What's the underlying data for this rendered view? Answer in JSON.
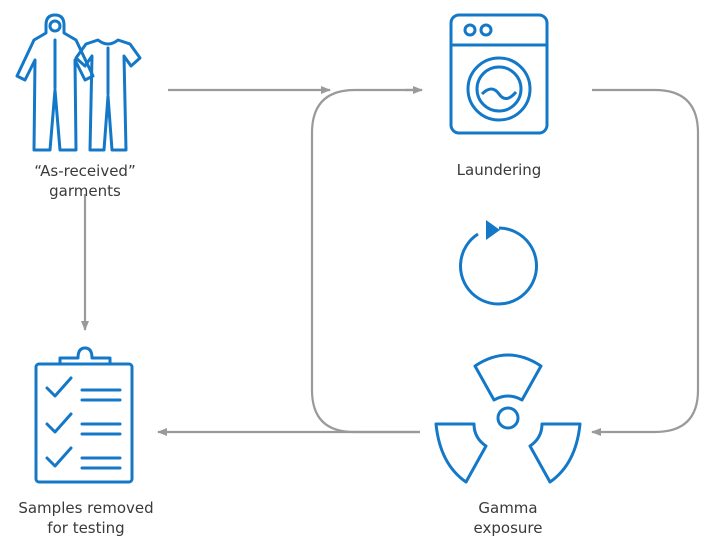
{
  "colors": {
    "icon": "#1478c8",
    "arrow": "#9a9a9a",
    "text": "#3a3a3a"
  },
  "nodes": {
    "garments": {
      "icon": "coveralls-icon",
      "label_line1": "“As-received”",
      "label_line2": "garments"
    },
    "laundering": {
      "icon": "washing-machine-icon",
      "label_line1": "Laundering"
    },
    "cycle": {
      "icon": "cycle-arrow-icon"
    },
    "gamma": {
      "icon": "radiation-icon",
      "label_line1": "Gamma",
      "label_line2": "exposure"
    },
    "samples": {
      "icon": "clipboard-checklist-icon",
      "label_line1": "Samples removed",
      "label_line2": "for testing"
    }
  }
}
